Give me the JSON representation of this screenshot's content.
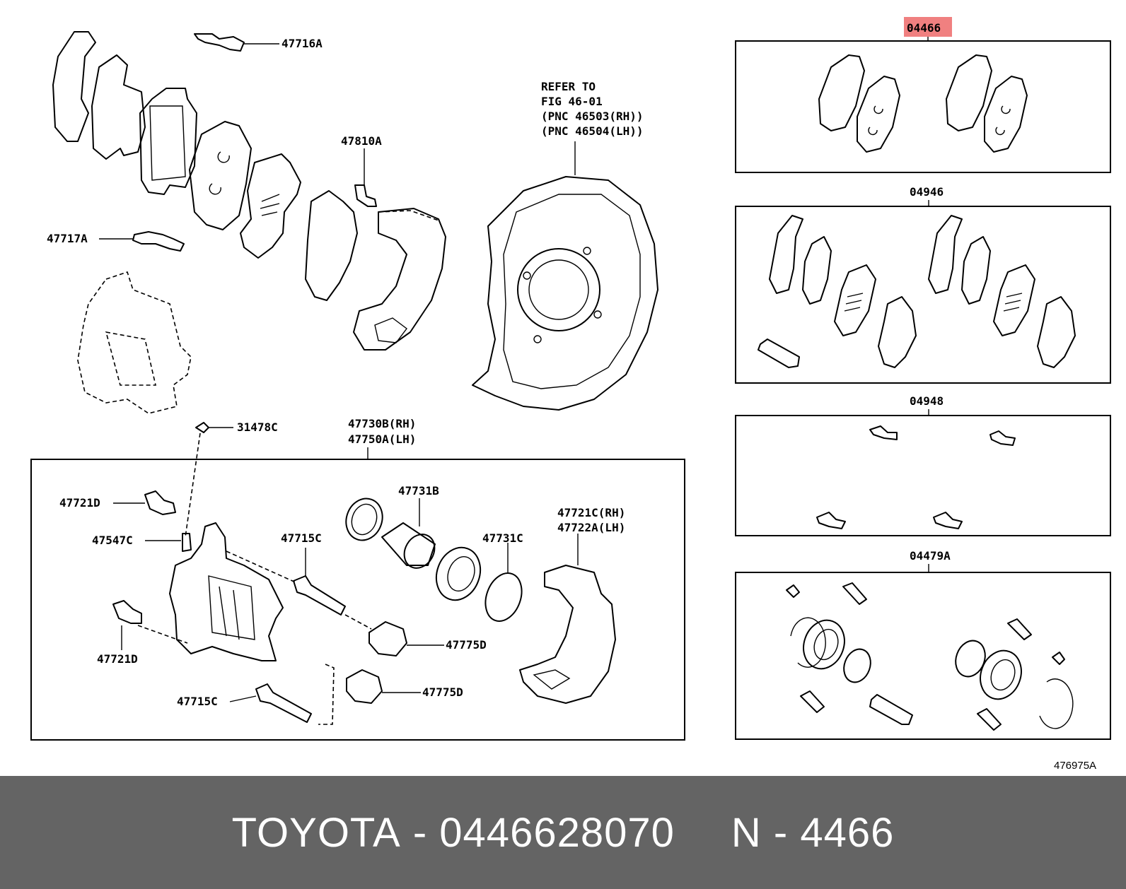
{
  "diagram": {
    "highlight_color": "#f08080",
    "labels": {
      "p47716A": "47716A",
      "p47717A": "47717A",
      "p47810A": "47810A",
      "refer_line1": "REFER TO",
      "refer_line2": "FIG 46-01",
      "refer_line3": "(PNC 46503(RH))",
      "refer_line4": "(PNC 46504(LH))",
      "p31478C": "31478C",
      "p47730B": "47730B(RH)",
      "p47750A": "47750A(LH)",
      "p47721D_a": "47721D",
      "p47547C": "47547C",
      "p47721D_b": "47721D",
      "p47715C_a": "47715C",
      "p47715C_b": "47715C",
      "p47731B": "47731B",
      "p47731C": "47731C",
      "p47775D_a": "47775D",
      "p47775D_b": "47775D",
      "p47721C": "47721C(RH)",
      "p47722A": "47722A(LH)",
      "kit04466": "04466",
      "kit04946": "04946",
      "kit04948": "04948",
      "kit04479A": "04479A",
      "figure_code": "476975A"
    }
  },
  "footer": {
    "brand": "TOYOTA",
    "sep1": " - ",
    "part_number": "0446628070",
    "ref_prefix": "N",
    "sep2": " - ",
    "ref_number": "4466"
  }
}
